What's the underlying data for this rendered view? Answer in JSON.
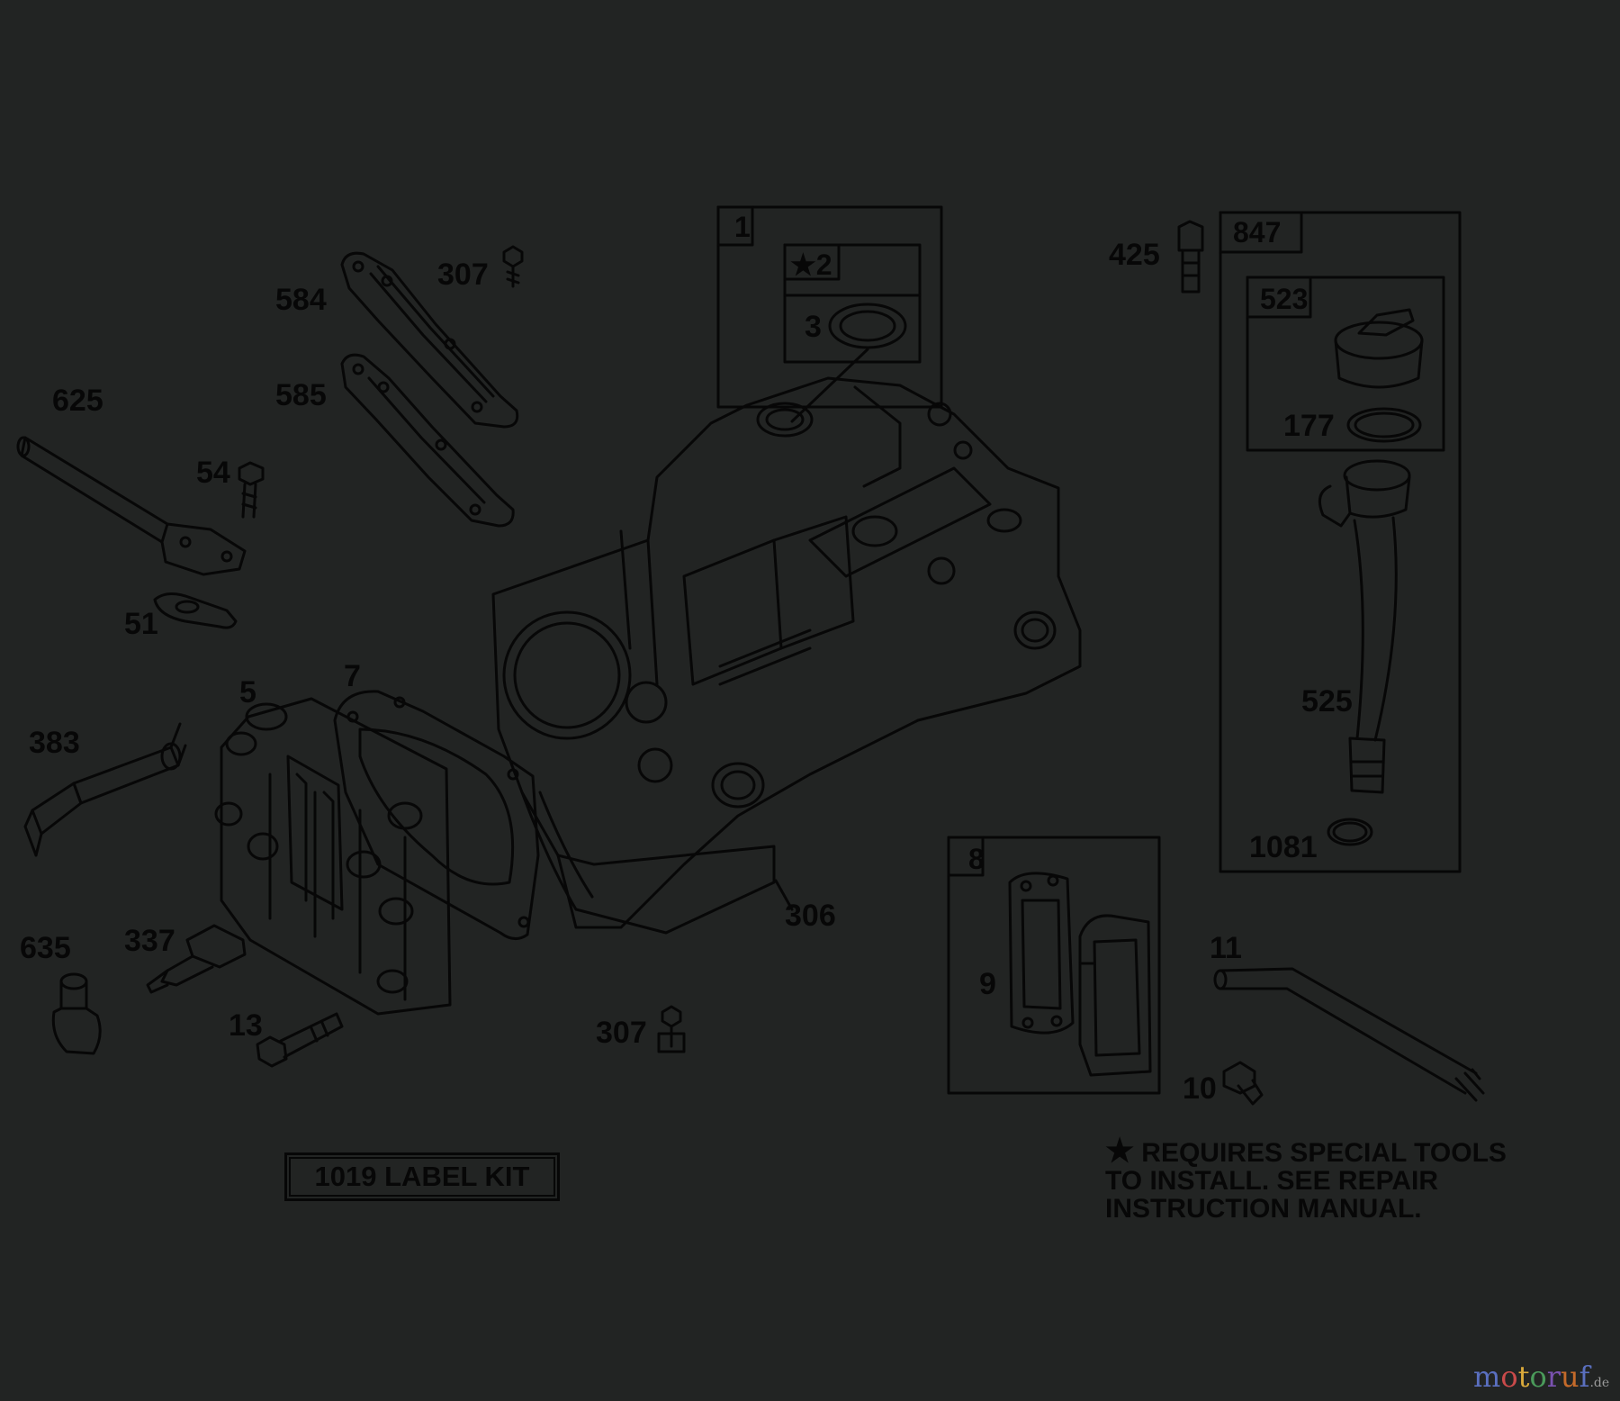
{
  "callouts": {
    "c307a": "307",
    "c584": "584",
    "c585": "585",
    "c625": "625",
    "c54": "54",
    "c51": "51",
    "c5": "5",
    "c7": "7",
    "c383": "383",
    "c635": "635",
    "c337": "337",
    "c13": "13",
    "c306": "306",
    "c307b": "307",
    "c1": "1",
    "c2": "2",
    "c3": "3",
    "c425": "425",
    "c847": "847",
    "c523": "523",
    "c177": "177",
    "c525": "525",
    "c1081": "1081",
    "c8": "8",
    "c9": "9",
    "c11": "11",
    "c10": "10"
  },
  "star_symbol": "★",
  "label_kit": "1019 LABEL KIT",
  "note": {
    "line1": "REQUIRES SPECIAL TOOLS",
    "line2": "TO INSTALL.  SEE REPAIR",
    "line3": "INSTRUCTION MANUAL."
  },
  "watermark": {
    "m": "m",
    "o1": "o",
    "t": "t",
    "o2": "o",
    "r": "r",
    "u": "u",
    "f": "f",
    "tld": ".de"
  },
  "colors": {
    "background": "#222423",
    "ink": "#070707"
  }
}
